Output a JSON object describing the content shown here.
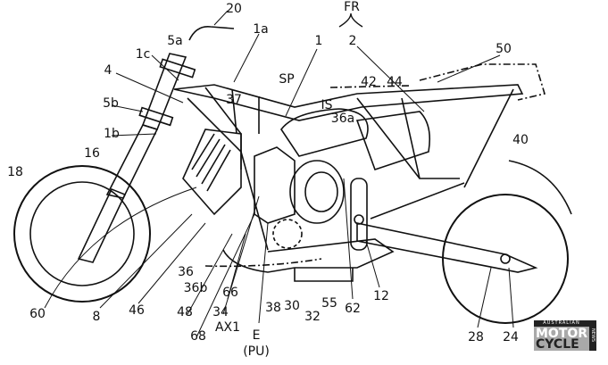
{
  "labels": {
    "l20": "20",
    "l5a": "5a",
    "l1a": "1a",
    "l1c": "1c",
    "l1": "1",
    "lFR": "FR",
    "l2": "2",
    "l50": "50",
    "l4": "4",
    "l42": "42",
    "l44": "44",
    "lSP": "SP",
    "l37": "37",
    "lIS": "IS",
    "l36a": "36a",
    "l5b": "5b",
    "l1b": "1b",
    "l16": "16",
    "l18": "18",
    "l40": "40",
    "l36": "36",
    "l36b": "36b",
    "l66": "66",
    "l48": "48",
    "l34": "34",
    "l68": "68",
    "lAX1": "AX1",
    "lE": "E",
    "lPU": "(PU)",
    "l38": "38",
    "l30": "30",
    "l32": "32",
    "l55": "55",
    "l62": "62",
    "l12": "12",
    "l60": "60",
    "l8": "8",
    "l46": "46",
    "l28": "28",
    "l24": "24"
  },
  "logo": {
    "top": "AUSTRALIAN",
    "line1": "MOTOR",
    "line2": "CYCLE",
    "side": "NEWS"
  }
}
